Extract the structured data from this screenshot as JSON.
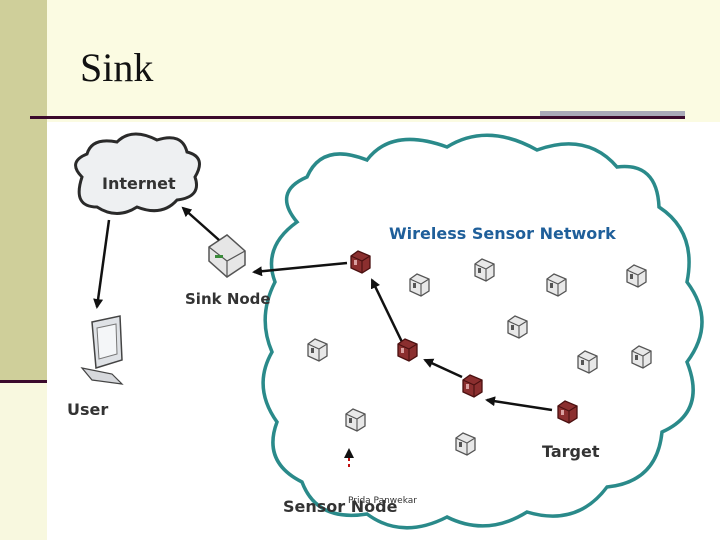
{
  "slide": {
    "title": "Sink",
    "footer": "Prida Panwekar"
  },
  "diagram": {
    "labels": {
      "internet": "Internet",
      "wsn": "Wireless Sensor Network",
      "sink_node": "Sink Node",
      "user": "User",
      "target": "Target",
      "sensor_node": "Sensor Node"
    }
  },
  "colors": {
    "background": "#fbfbe2",
    "sidebar": "#cfcf9a",
    "rule": "#3b0a2c",
    "cloud_teal": "#2a8a8a",
    "active_node": "#8b2f2f",
    "wsn_label": "#1f5f9a"
  }
}
